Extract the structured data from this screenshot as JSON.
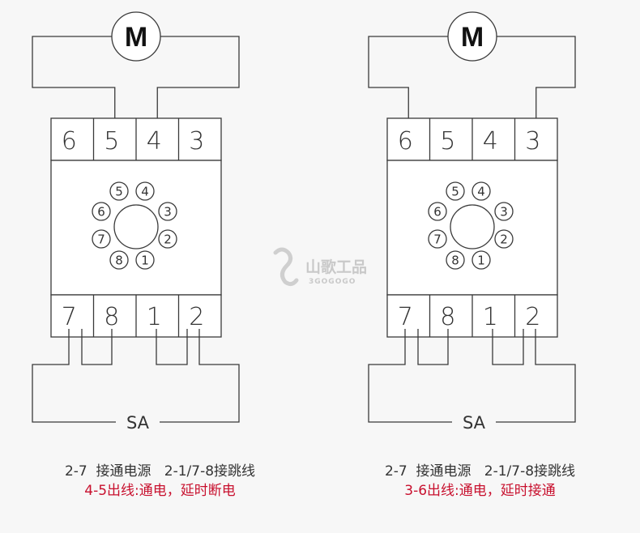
{
  "diagrams": [
    {
      "motor": "M",
      "top_terminals": [
        "6",
        "5",
        "4",
        "3"
      ],
      "bottom_terminals": [
        "7",
        "8",
        "1",
        "2"
      ],
      "pins": [
        "1",
        "2",
        "3",
        "4",
        "5",
        "6",
        "7",
        "8"
      ],
      "switch_label": "SA",
      "caption_line1": "2-7  接通电源   2-1/7-8接跳线",
      "caption_line2": "4-5出线:通电，延时断电",
      "motor_wired_to": [
        "5",
        "4"
      ]
    },
    {
      "motor": "M",
      "top_terminals": [
        "6",
        "5",
        "4",
        "3"
      ],
      "bottom_terminals": [
        "7",
        "8",
        "1",
        "2"
      ],
      "pins": [
        "1",
        "2",
        "3",
        "4",
        "5",
        "6",
        "7",
        "8"
      ],
      "switch_label": "SA",
      "caption_line1": "2-7  接通电源   2-1/7-8接跳线",
      "caption_line2": "3-6出线:通电，延时接通",
      "motor_wired_to": [
        "6",
        "3"
      ]
    }
  ],
  "watermark": {
    "cn": "山歌工品",
    "en": "3GOGOGO"
  },
  "colors": {
    "line": "#3a3a3a",
    "caption_text": "#333333",
    "caption_red": "#c8102e"
  }
}
